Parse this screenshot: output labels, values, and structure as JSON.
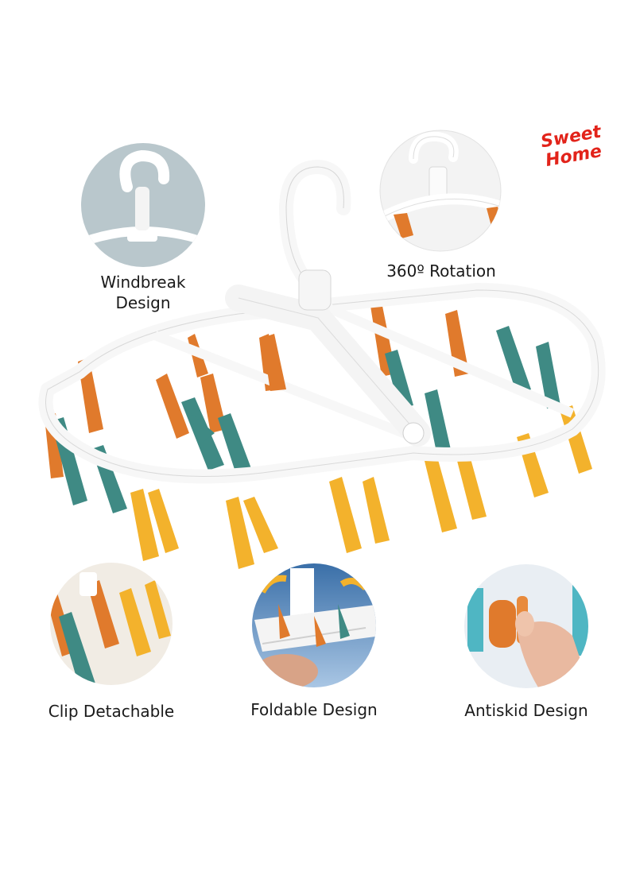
{
  "brand": {
    "line1": "Sweet",
    "line2": "Home",
    "color": "#e2231a"
  },
  "features": {
    "windbreak": {
      "line1": "Windbreak",
      "line2": "Design"
    },
    "rotation": {
      "label": "360º Rotation"
    },
    "clip": {
      "label": "Clip Detachable"
    },
    "foldable": {
      "label": "Foldable Design"
    },
    "antiskid": {
      "label": "Antiskid Design"
    }
  },
  "colors": {
    "orange": "#e07a2c",
    "teal": "#3f8a84",
    "yellow": "#f3b22c",
    "hanger": "#f7f7f7"
  }
}
